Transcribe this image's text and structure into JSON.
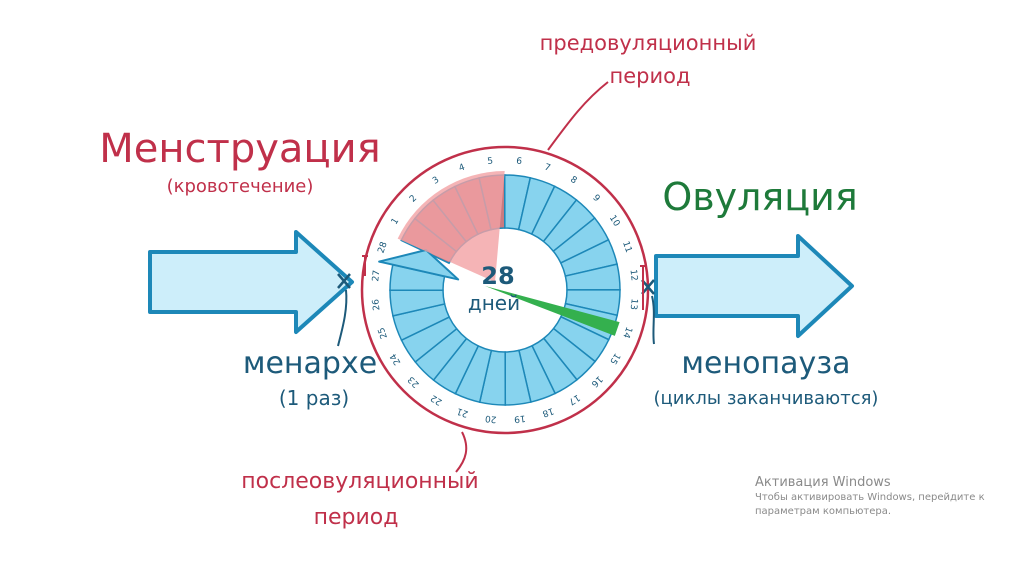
{
  "labels": {
    "menstruation": "Менструация",
    "bleeding": "(кровотечение)",
    "ovulation": "Овуляция",
    "preovulatory_1": "предовуляционный",
    "preovulatory_2": "период",
    "postovulatory_1": "послеовуляционный",
    "postovulatory_2": "период",
    "menarche": "менархе",
    "menarche_note": "(1 раз)",
    "menopause": "менопауза",
    "menopause_note": "(циклы заканчиваются)",
    "center_number": "28",
    "center_unit": "дней"
  },
  "cycle": {
    "days_total": 28,
    "day_numbers": [
      "1",
      "2",
      "3",
      "4",
      "5",
      "6",
      "7",
      "8",
      "9",
      "10",
      "11",
      "12",
      "13",
      "14",
      "15",
      "16",
      "17",
      "18",
      "19",
      "20",
      "21",
      "22",
      "23",
      "24",
      "25",
      "26",
      "27",
      "28"
    ],
    "menstruation_days": [
      1,
      5
    ],
    "ovulation_day": 14
  },
  "colors": {
    "ring_fill": "#87d3ee",
    "ring_stroke": "#1d88b8",
    "arrow_fill": "#cdeefa",
    "red_accent": "#c0304a",
    "menstruation_fill": "#c97b80",
    "menstruation_wedge": "#f2a1a4",
    "ovulation_wedge": "#34b04e",
    "green_text": "#1e7a3a",
    "teal_text": "#1d5a7a"
  },
  "watermark": {
    "title": "Активация Windows",
    "line1": "Чтобы активировать Windows, перейдите к",
    "line2": "параметрам компьютера."
  }
}
